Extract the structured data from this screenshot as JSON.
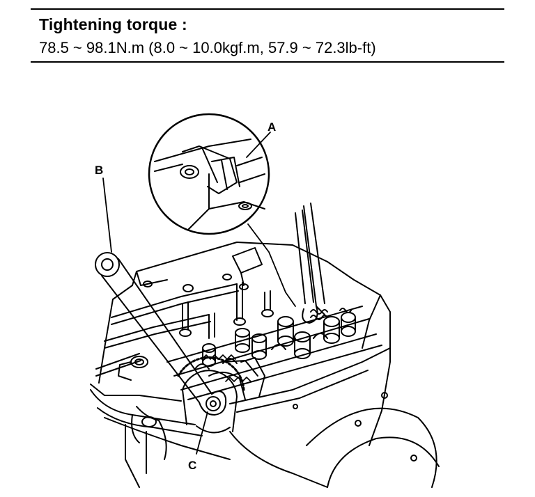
{
  "spec": {
    "title": "Tightening torque :",
    "value": "78.5 ~ 98.1N.m (8.0 ~ 10.0kgf.m, 57.9 ~ 72.3lb-ft)"
  },
  "callouts": {
    "a": "A",
    "b": "B",
    "c": "C"
  }
}
